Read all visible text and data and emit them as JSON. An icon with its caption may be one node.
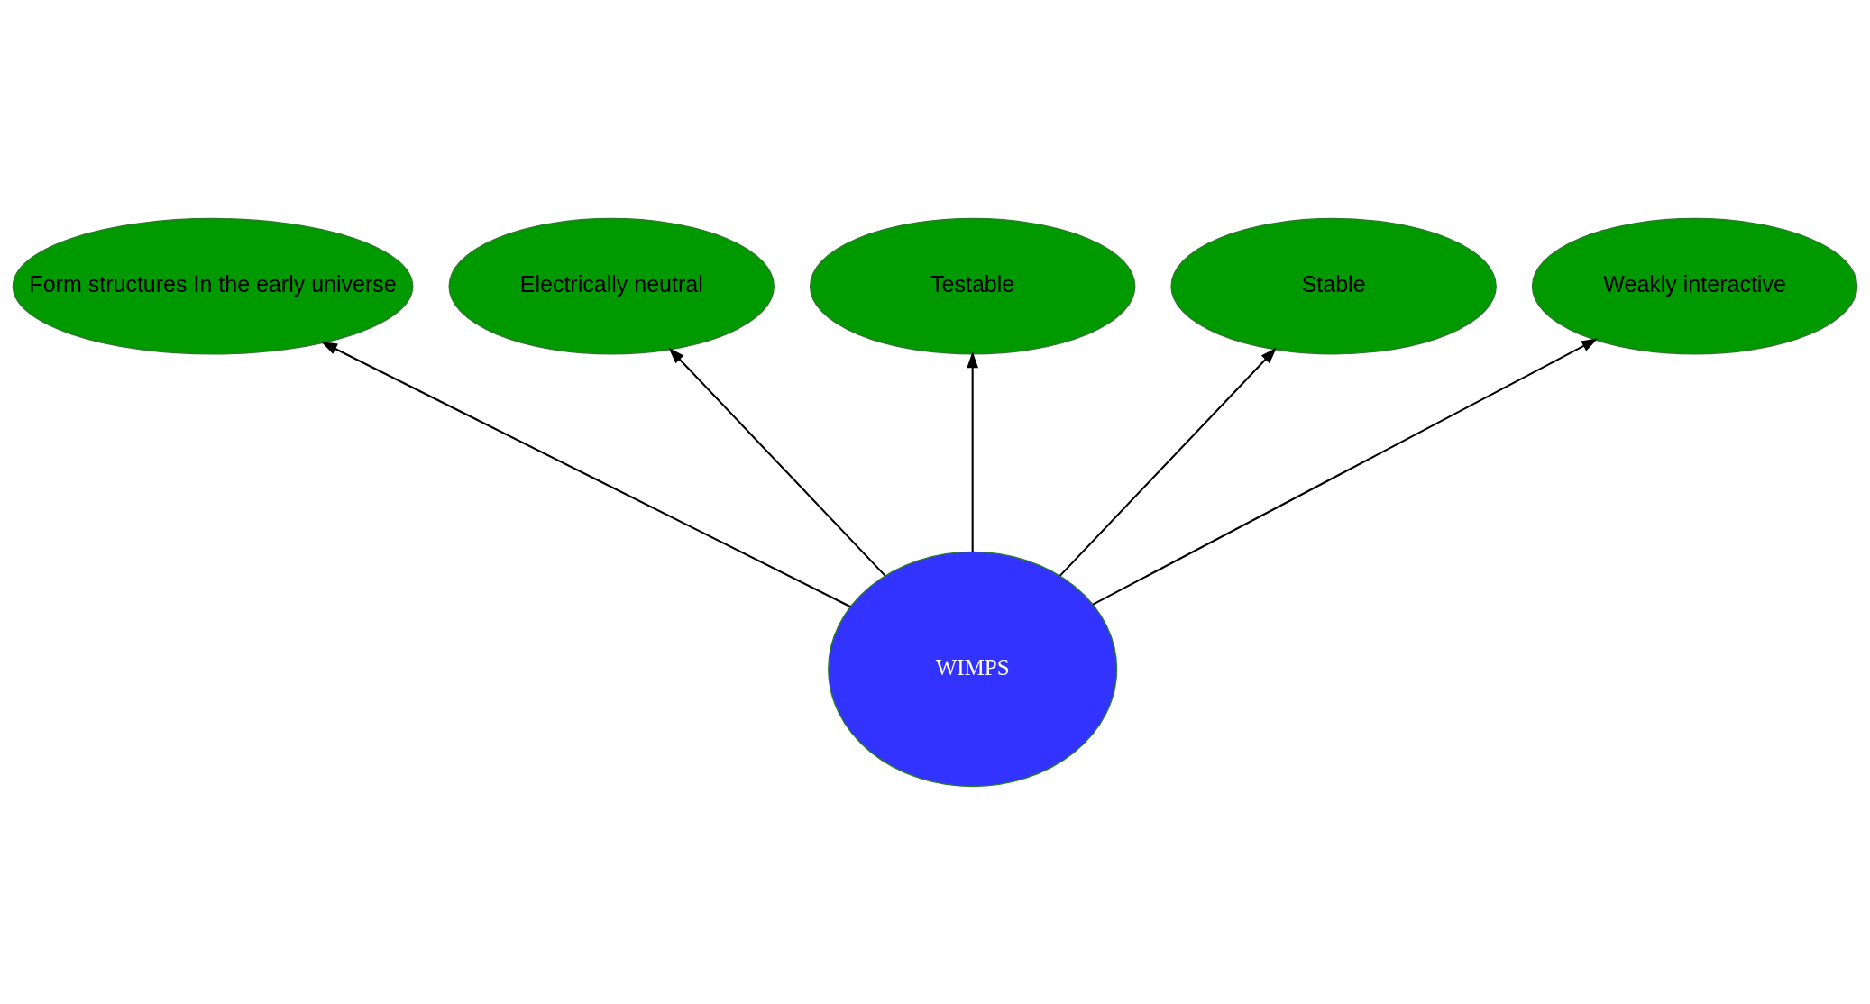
{
  "diagram": {
    "nodes": [
      {
        "text": [
          "Testable"
        ]
      },
      {
        "text": [
          "Electrically neutral"
        ]
      },
      {
        "text": [
          "Stable"
        ]
      },
      {
        "text": [
          "Form structures In the early universe"
        ]
      },
      {
        "text": [
          "Weakly interactive"
        ]
      },
      {
        "text": [
          "WIMPS"
        ]
      }
    ],
    "edges": [
      {
        "from": 5,
        "to": 3,
        "arrow": "to"
      },
      {
        "from": 5,
        "to": 1,
        "arrow": "to"
      },
      {
        "from": 5,
        "to": 0,
        "arrow": "to"
      },
      {
        "from": 5,
        "to": 2,
        "arrow": "to"
      },
      {
        "from": 5,
        "to": 4,
        "arrow": "to"
      }
    ]
  }
}
